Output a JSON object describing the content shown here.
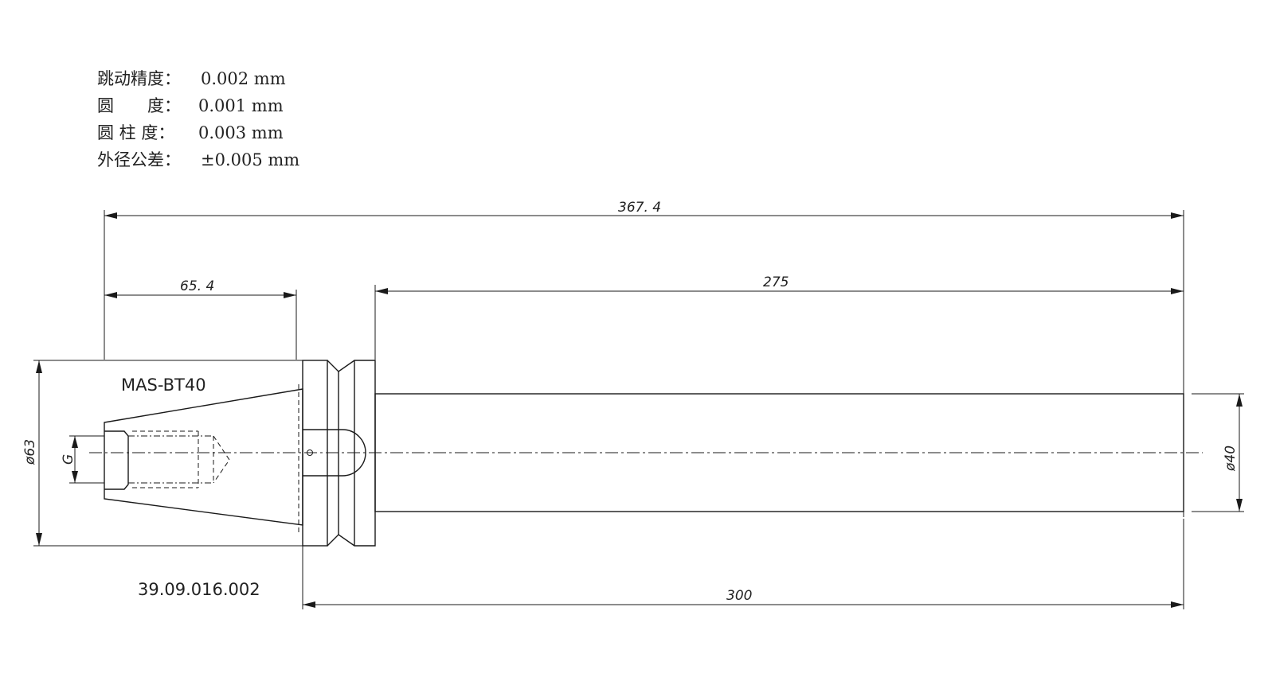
{
  "specs": {
    "runout": {
      "label": "跳动精度：",
      "value": "0.002 mm"
    },
    "roundness": {
      "label": "圆　　度：",
      "value": "0.001 mm"
    },
    "cylindricity": {
      "label": "圆 柱 度：",
      "value": "0.003 mm"
    },
    "od_tolerance": {
      "label": "外径公差：",
      "value": "±0.005 mm"
    }
  },
  "dimensions": {
    "overall_length": "367. 4",
    "shank_length": "65. 4",
    "bar_length": "275",
    "gauge_length": "300",
    "flange_diameter": "ø63",
    "bar_diameter": "ø40",
    "thread": "G"
  },
  "labels": {
    "standard": "MAS-BT40",
    "part_number": "39.09.016.002"
  }
}
